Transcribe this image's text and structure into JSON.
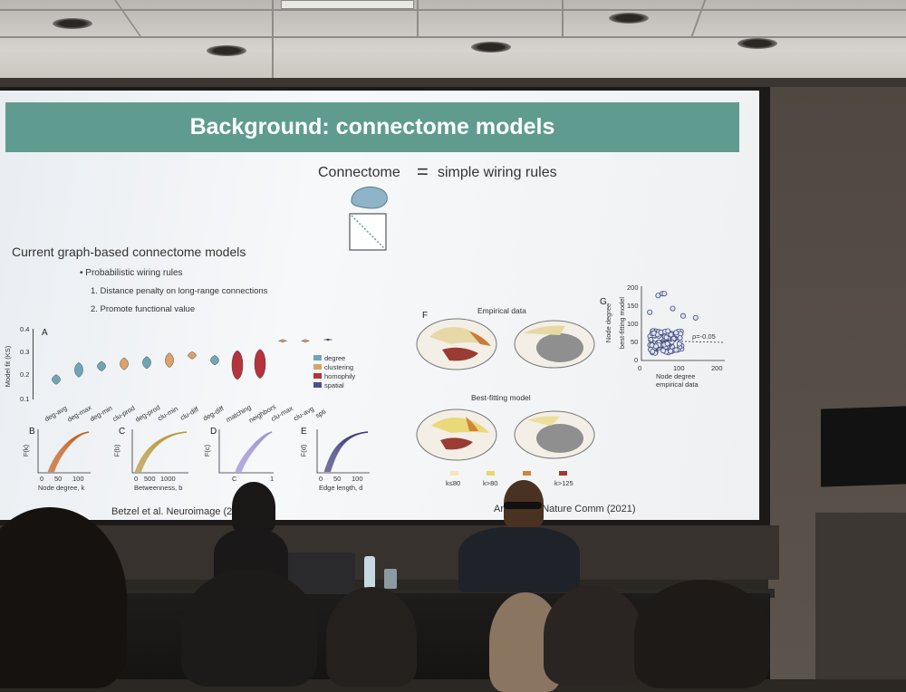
{
  "slide": {
    "title": "Background: connectome models",
    "equation": {
      "left": "Connectome",
      "equals": "=",
      "right": "simple wiring rules"
    },
    "section_heading": "Current graph-based connectome models",
    "bullet": "Probabilistic wiring rules",
    "rules": [
      "1. Distance penalty on long-range connections",
      "2. Promote functional value"
    ],
    "citations": {
      "left": "Betzel et al. Neuroimage (20",
      "right": "Ar          te et al. Nature Comm (2021)"
    }
  },
  "panel_a": {
    "letter": "A",
    "ylabel": "Model fit (KS)",
    "yticks": [
      "0.4",
      "0.3",
      "0.2",
      "0.1"
    ],
    "models": [
      "deg-avg",
      "deg-max",
      "deg-min",
      "clu-prod",
      "deg-prod",
      "clu-min",
      "clu-diff",
      "deg-diff",
      "matching",
      "neighbors",
      "clu-max",
      "clu-avg",
      "spti"
    ],
    "legend": [
      {
        "label": "degree",
        "color": "#6fa6b5"
      },
      {
        "label": "clustering",
        "color": "#d9a36a"
      },
      {
        "label": "homophily",
        "color": "#b4333c"
      },
      {
        "label": "spatial",
        "color": "#4b4f8a"
      }
    ]
  },
  "panel_b": {
    "letter": "B",
    "ylabel": "F(k)",
    "xlabel": "Node degree, k",
    "xticks": [
      "0",
      "50",
      "100"
    ],
    "color": "#c2611e"
  },
  "panel_c": {
    "letter": "C",
    "ylabel": "F(b)",
    "xlabel": "Betweenness, b",
    "xticks": [
      "0",
      "500",
      "1000"
    ],
    "color": "#b8953a"
  },
  "panel_d": {
    "letter": "D",
    "ylabel": "F(c)",
    "xlabel": "C",
    "xticks": [
      "1"
    ],
    "color": "#9c8fd6"
  },
  "panel_e": {
    "letter": "E",
    "ylabel": "F(d)",
    "xlabel": "Edge length, d",
    "xticks": [
      "0",
      "50",
      "100"
    ],
    "color": "#3d3a7a"
  },
  "panel_f": {
    "letter": "F",
    "top_label": "Empirical data",
    "bottom_label": "Best-fitting model",
    "legend": [
      "k≤80",
      "k>80",
      "",
      "k>125"
    ]
  },
  "panel_g": {
    "letter": "G",
    "ylabel_1": "Node degree",
    "ylabel_2": "best-fitting model",
    "xlabel_1": "Node degree",
    "xlabel_2": "empirical data",
    "yticks": [
      "200",
      "150",
      "100",
      "50",
      "0"
    ],
    "xticks": [
      "0",
      "100",
      "200"
    ],
    "rho": "ρ=-0.05"
  }
}
